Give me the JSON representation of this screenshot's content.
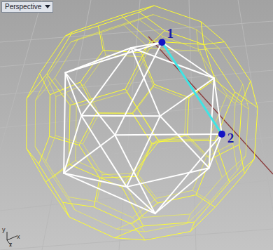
{
  "diagram": {
    "labels": [
      "Perspective",
      "1",
      "2",
      "y",
      "x",
      "z"
    ]
  }
}
